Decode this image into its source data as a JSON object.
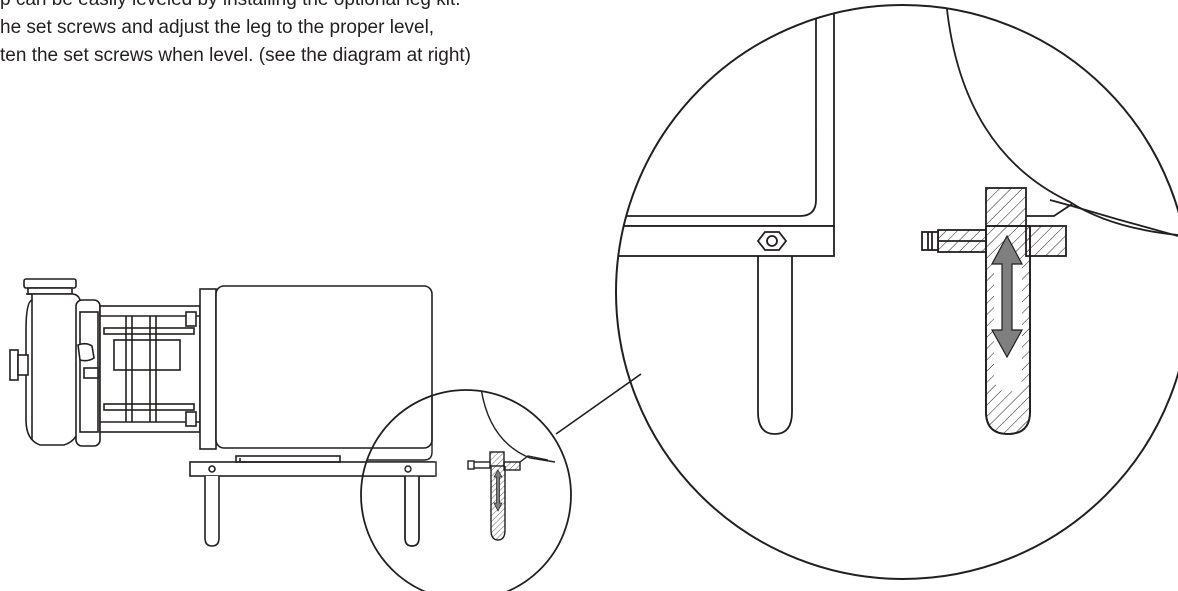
{
  "instructions": {
    "lines": [
      "p can be easily leveled by installing the optional leg kit.",
      "he set screws and adjust the leg to the proper level,",
      "ten the set screws when level. (see the diagram at right)"
    ]
  },
  "colors": {
    "line": "#231f20",
    "arrow_fill": "#7f7f7f",
    "background": "#ffffff"
  }
}
